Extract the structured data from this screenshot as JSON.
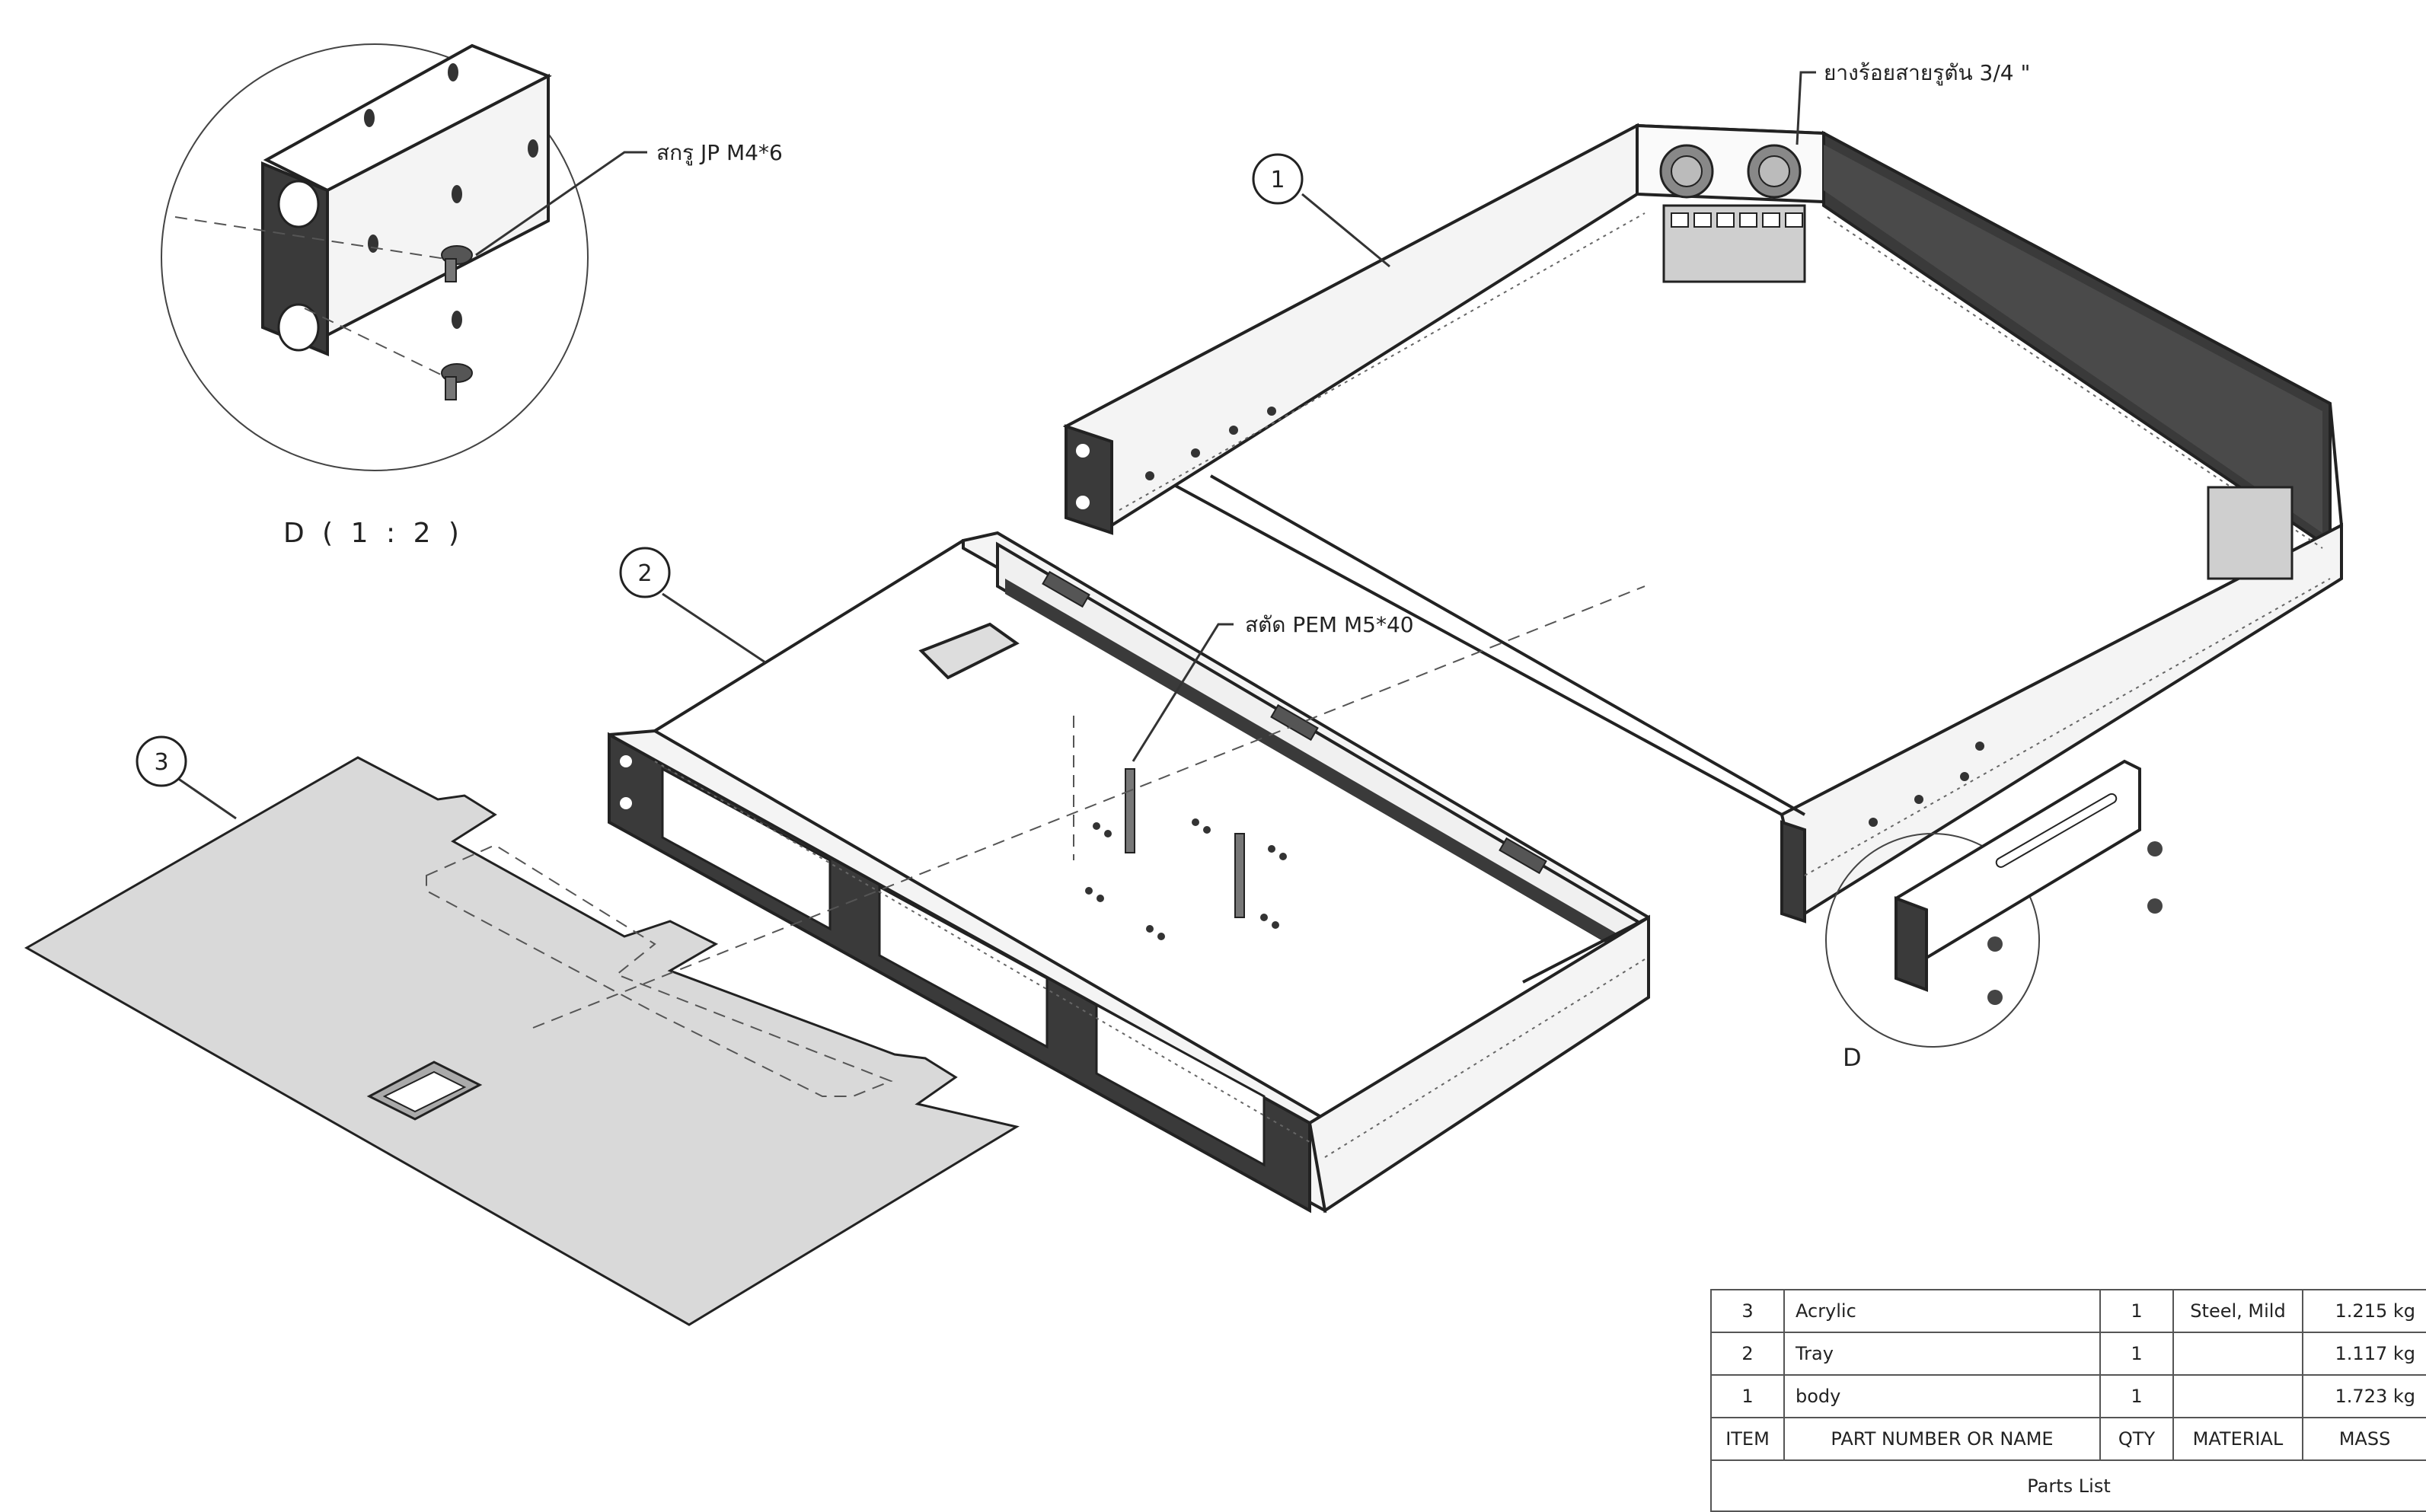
{
  "drawing": {
    "detail_label": "D",
    "detail_scale_label": "D ( 1 : 2 )",
    "callouts": {
      "item1": "1",
      "item2": "2",
      "item3": "3"
    },
    "annotations": {
      "screw": "สกรู JP M4*6",
      "grommet": "ยางร้อยสายรูตัน 3/4 \"",
      "stud": "สตัด PEM M5*40"
    }
  },
  "parts_list": {
    "title": "Parts List",
    "headers": [
      "ITEM",
      "PART NUMBER OR NAME",
      "QTY",
      "MATERIAL",
      "MASS"
    ],
    "rows": [
      {
        "item": "3",
        "name": "Acrylic",
        "qty": "1",
        "material": "Steel, Mild",
        "mass": "1.215 kg"
      },
      {
        "item": "2",
        "name": "Tray",
        "qty": "1",
        "material": "",
        "mass": "1.117 kg"
      },
      {
        "item": "1",
        "name": "body",
        "qty": "1",
        "material": "",
        "mass": "1.723 kg"
      }
    ]
  },
  "colors": {
    "line": "#222222",
    "panel_dark": "#3a3a3a",
    "acrylic_fill": "#d9d9d9",
    "shading": "#bdbdbd"
  }
}
